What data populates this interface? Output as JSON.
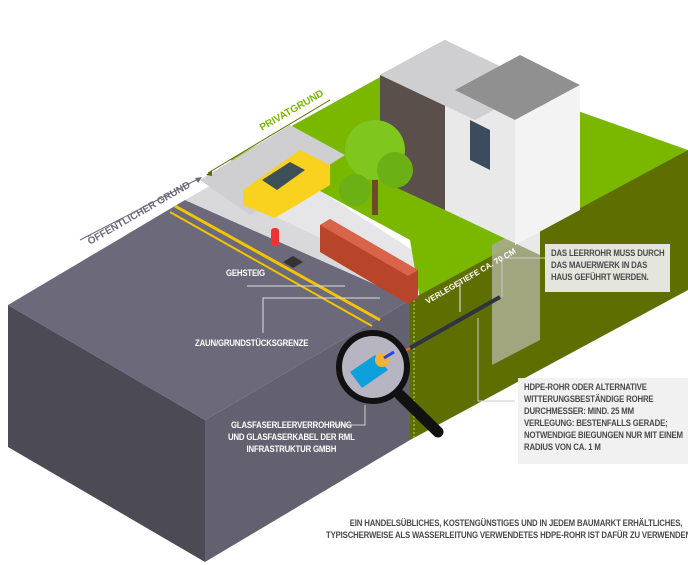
{
  "labels": {
    "private_ground": "PRIVATGRUND",
    "public_ground": "ÖFFENTLICHER GRUND",
    "sidewalk": "GEHSTEIG",
    "fence_boundary": "ZAUN/GRUNDSTÜCKSGRENZE",
    "laying_depth": "VERLEGETIEFE CA. 70 CM",
    "conduit_lines": [
      "GLASFASERLEERVERROHRUNG",
      "UND GLASFASERKABEL DER RML",
      "INFRASTRUKTUR GMBH"
    ],
    "house_note": [
      "DAS LEERROHR MUSS DURCH",
      "DAS MAUERWERK IN DAS",
      "HAUS GEFÜHRT WERDEN."
    ],
    "pipe_note": [
      "HDPE-ROHR ODER ALTERNATIVE",
      "WITTERUNGSBESTÄNDIGE ROHRE",
      "DURCHMESSER: MIND. 25 MM",
      "VERLEGUNG: BESTENFALLS GERADE;",
      "NOTWENDIGE BIEGUNGEN NUR MIT EINEM",
      "RADIUS VON CA. 1 M"
    ],
    "footer": [
      "EIN HANDELSÜBLICHES, KOSTENGÜNSTIGES UND IN JEDEM BAUMARKT ERHÄLTLICHES,",
      "TYPISCHERWEISE ALS WASSERLEITUNG VERWENDETES HDPE-ROHR IST DAFÜR ZU VERWENDEN."
    ]
  },
  "colors": {
    "grass": "#7ab800",
    "soil": "#5f6e00",
    "road": "#6c6a7a",
    "car": "#f8d21e"
  }
}
